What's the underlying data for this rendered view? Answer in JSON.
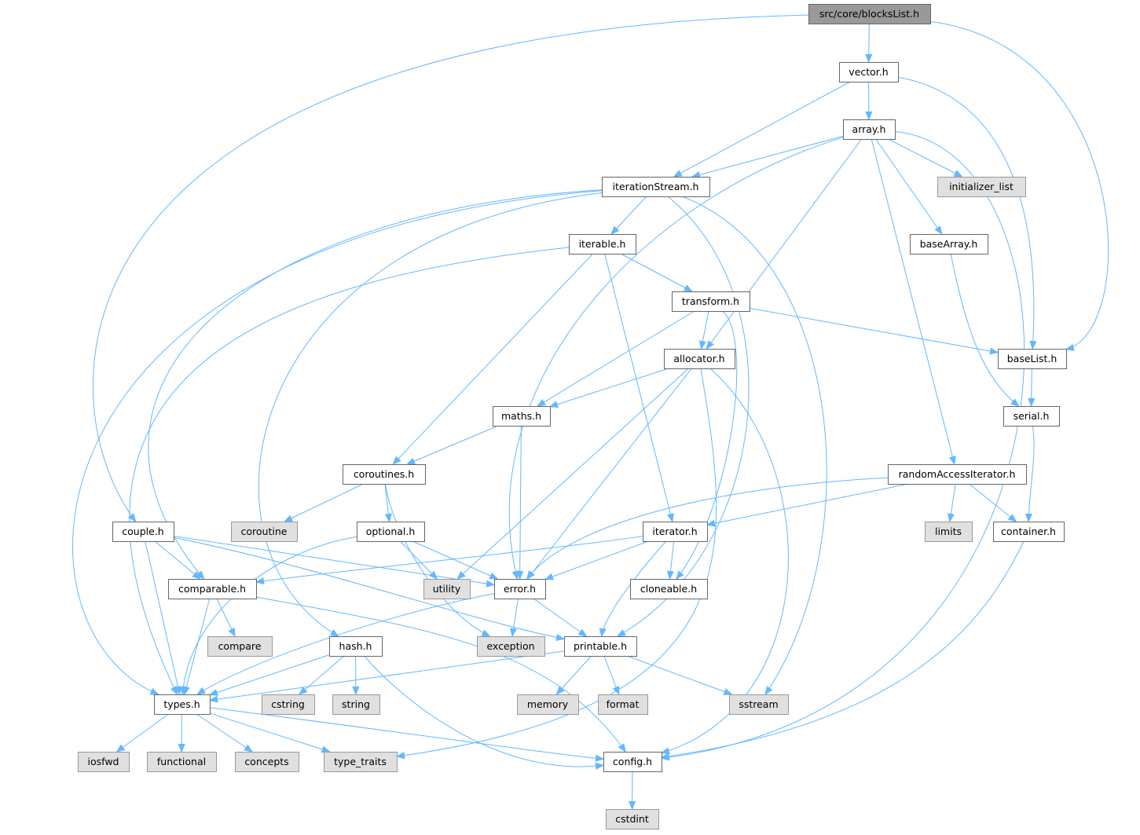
{
  "graph": {
    "title": "src/core/blocksList.h",
    "colors": {
      "edge": "#63b8ff",
      "main_fill": "#999999",
      "system_fill": "#e0e0e0",
      "file_fill": "#ffffff"
    },
    "nodes": [
      {
        "id": "root",
        "label": "src/core/blocksList.h",
        "kind": "main"
      },
      {
        "id": "vector",
        "label": "vector.h",
        "kind": "file"
      },
      {
        "id": "array",
        "label": "array.h",
        "kind": "file"
      },
      {
        "id": "iterationStream",
        "label": "iterationStream.h",
        "kind": "file"
      },
      {
        "id": "initializer_list",
        "label": "initializer_list",
        "kind": "sys"
      },
      {
        "id": "iterable",
        "label": "iterable.h",
        "kind": "file"
      },
      {
        "id": "baseArray",
        "label": "baseArray.h",
        "kind": "file"
      },
      {
        "id": "transform",
        "label": "transform.h",
        "kind": "file"
      },
      {
        "id": "allocator",
        "label": "allocator.h",
        "kind": "file"
      },
      {
        "id": "baseList",
        "label": "baseList.h",
        "kind": "file"
      },
      {
        "id": "maths",
        "label": "maths.h",
        "kind": "file"
      },
      {
        "id": "serial",
        "label": "serial.h",
        "kind": "file"
      },
      {
        "id": "coroutines",
        "label": "coroutines.h",
        "kind": "file"
      },
      {
        "id": "randomAccessIterator",
        "label": "randomAccessIterator.h",
        "kind": "file"
      },
      {
        "id": "couple",
        "label": "couple.h",
        "kind": "file"
      },
      {
        "id": "coroutine",
        "label": "coroutine",
        "kind": "sys"
      },
      {
        "id": "optional",
        "label": "optional.h",
        "kind": "file"
      },
      {
        "id": "iterator",
        "label": "iterator.h",
        "kind": "file"
      },
      {
        "id": "limits",
        "label": "limits",
        "kind": "sys"
      },
      {
        "id": "container",
        "label": "container.h",
        "kind": "file"
      },
      {
        "id": "comparable",
        "label": "comparable.h",
        "kind": "file"
      },
      {
        "id": "utility",
        "label": "utility",
        "kind": "sys"
      },
      {
        "id": "error",
        "label": "error.h",
        "kind": "file"
      },
      {
        "id": "cloneable",
        "label": "cloneable.h",
        "kind": "file"
      },
      {
        "id": "compare",
        "label": "compare",
        "kind": "sys"
      },
      {
        "id": "exception",
        "label": "exception",
        "kind": "sys"
      },
      {
        "id": "hash",
        "label": "hash.h",
        "kind": "file"
      },
      {
        "id": "printable",
        "label": "printable.h",
        "kind": "file"
      },
      {
        "id": "types",
        "label": "types.h",
        "kind": "file"
      },
      {
        "id": "cstring",
        "label": "cstring",
        "kind": "sys"
      },
      {
        "id": "string",
        "label": "string",
        "kind": "sys"
      },
      {
        "id": "memory",
        "label": "memory",
        "kind": "sys"
      },
      {
        "id": "format",
        "label": "format",
        "kind": "sys"
      },
      {
        "id": "sstream",
        "label": "sstream",
        "kind": "sys"
      },
      {
        "id": "iosfwd",
        "label": "iosfwd",
        "kind": "sys"
      },
      {
        "id": "functional",
        "label": "functional",
        "kind": "sys"
      },
      {
        "id": "concepts",
        "label": "concepts",
        "kind": "sys"
      },
      {
        "id": "type_traits",
        "label": "type_traits",
        "kind": "sys"
      },
      {
        "id": "config",
        "label": "config.h",
        "kind": "file"
      },
      {
        "id": "cstdint",
        "label": "cstdint",
        "kind": "sys"
      }
    ],
    "edges": [
      [
        "root",
        "vector"
      ],
      [
        "root",
        "couple"
      ],
      [
        "root",
        "baseList"
      ],
      [
        "vector",
        "array"
      ],
      [
        "vector",
        "iterationStream"
      ],
      [
        "vector",
        "baseList"
      ],
      [
        "array",
        "iterationStream"
      ],
      [
        "array",
        "initializer_list"
      ],
      [
        "array",
        "baseArray"
      ],
      [
        "array",
        "randomAccessIterator"
      ],
      [
        "array",
        "allocator"
      ],
      [
        "array",
        "error"
      ],
      [
        "array",
        "config"
      ],
      [
        "iterationStream",
        "iterable"
      ],
      [
        "iterationStream",
        "types"
      ],
      [
        "iterationStream",
        "comparable"
      ],
      [
        "iterationStream",
        "hash"
      ],
      [
        "iterationStream",
        "printable"
      ],
      [
        "iterationStream",
        "sstream"
      ],
      [
        "iterable",
        "transform"
      ],
      [
        "iterable",
        "coroutines"
      ],
      [
        "iterable",
        "iterator"
      ],
      [
        "iterable",
        "types"
      ],
      [
        "transform",
        "allocator"
      ],
      [
        "transform",
        "maths"
      ],
      [
        "transform",
        "baseList"
      ],
      [
        "transform",
        "cloneable"
      ],
      [
        "allocator",
        "maths"
      ],
      [
        "allocator",
        "utility"
      ],
      [
        "allocator",
        "error"
      ],
      [
        "allocator",
        "type_traits"
      ],
      [
        "allocator",
        "config"
      ],
      [
        "baseList",
        "serial"
      ],
      [
        "baseArray",
        "serial"
      ],
      [
        "serial",
        "container"
      ],
      [
        "maths",
        "coroutines"
      ],
      [
        "maths",
        "error"
      ],
      [
        "coroutines",
        "coroutine"
      ],
      [
        "coroutines",
        "optional"
      ],
      [
        "coroutines",
        "exception"
      ],
      [
        "randomAccessIterator",
        "iterator"
      ],
      [
        "randomAccessIterator",
        "limits"
      ],
      [
        "randomAccessIterator",
        "container"
      ],
      [
        "randomAccessIterator",
        "error"
      ],
      [
        "couple",
        "comparable"
      ],
      [
        "couple",
        "types"
      ],
      [
        "couple",
        "error"
      ],
      [
        "couple",
        "printable"
      ],
      [
        "optional",
        "utility"
      ],
      [
        "optional",
        "error"
      ],
      [
        "optional",
        "types"
      ],
      [
        "iterator",
        "comparable"
      ],
      [
        "iterator",
        "error"
      ],
      [
        "iterator",
        "cloneable"
      ],
      [
        "iterator",
        "printable"
      ],
      [
        "container",
        "config"
      ],
      [
        "comparable",
        "compare"
      ],
      [
        "comparable",
        "types"
      ],
      [
        "comparable",
        "config"
      ],
      [
        "error",
        "exception"
      ],
      [
        "error",
        "printable"
      ],
      [
        "error",
        "types"
      ],
      [
        "hash",
        "types"
      ],
      [
        "hash",
        "cstring"
      ],
      [
        "hash",
        "string"
      ],
      [
        "hash",
        "config"
      ],
      [
        "printable",
        "types"
      ],
      [
        "printable",
        "memory"
      ],
      [
        "printable",
        "format"
      ],
      [
        "printable",
        "sstream"
      ],
      [
        "types",
        "iosfwd"
      ],
      [
        "types",
        "functional"
      ],
      [
        "types",
        "concepts"
      ],
      [
        "types",
        "type_traits"
      ],
      [
        "types",
        "config"
      ],
      [
        "config",
        "cstdint"
      ]
    ]
  }
}
